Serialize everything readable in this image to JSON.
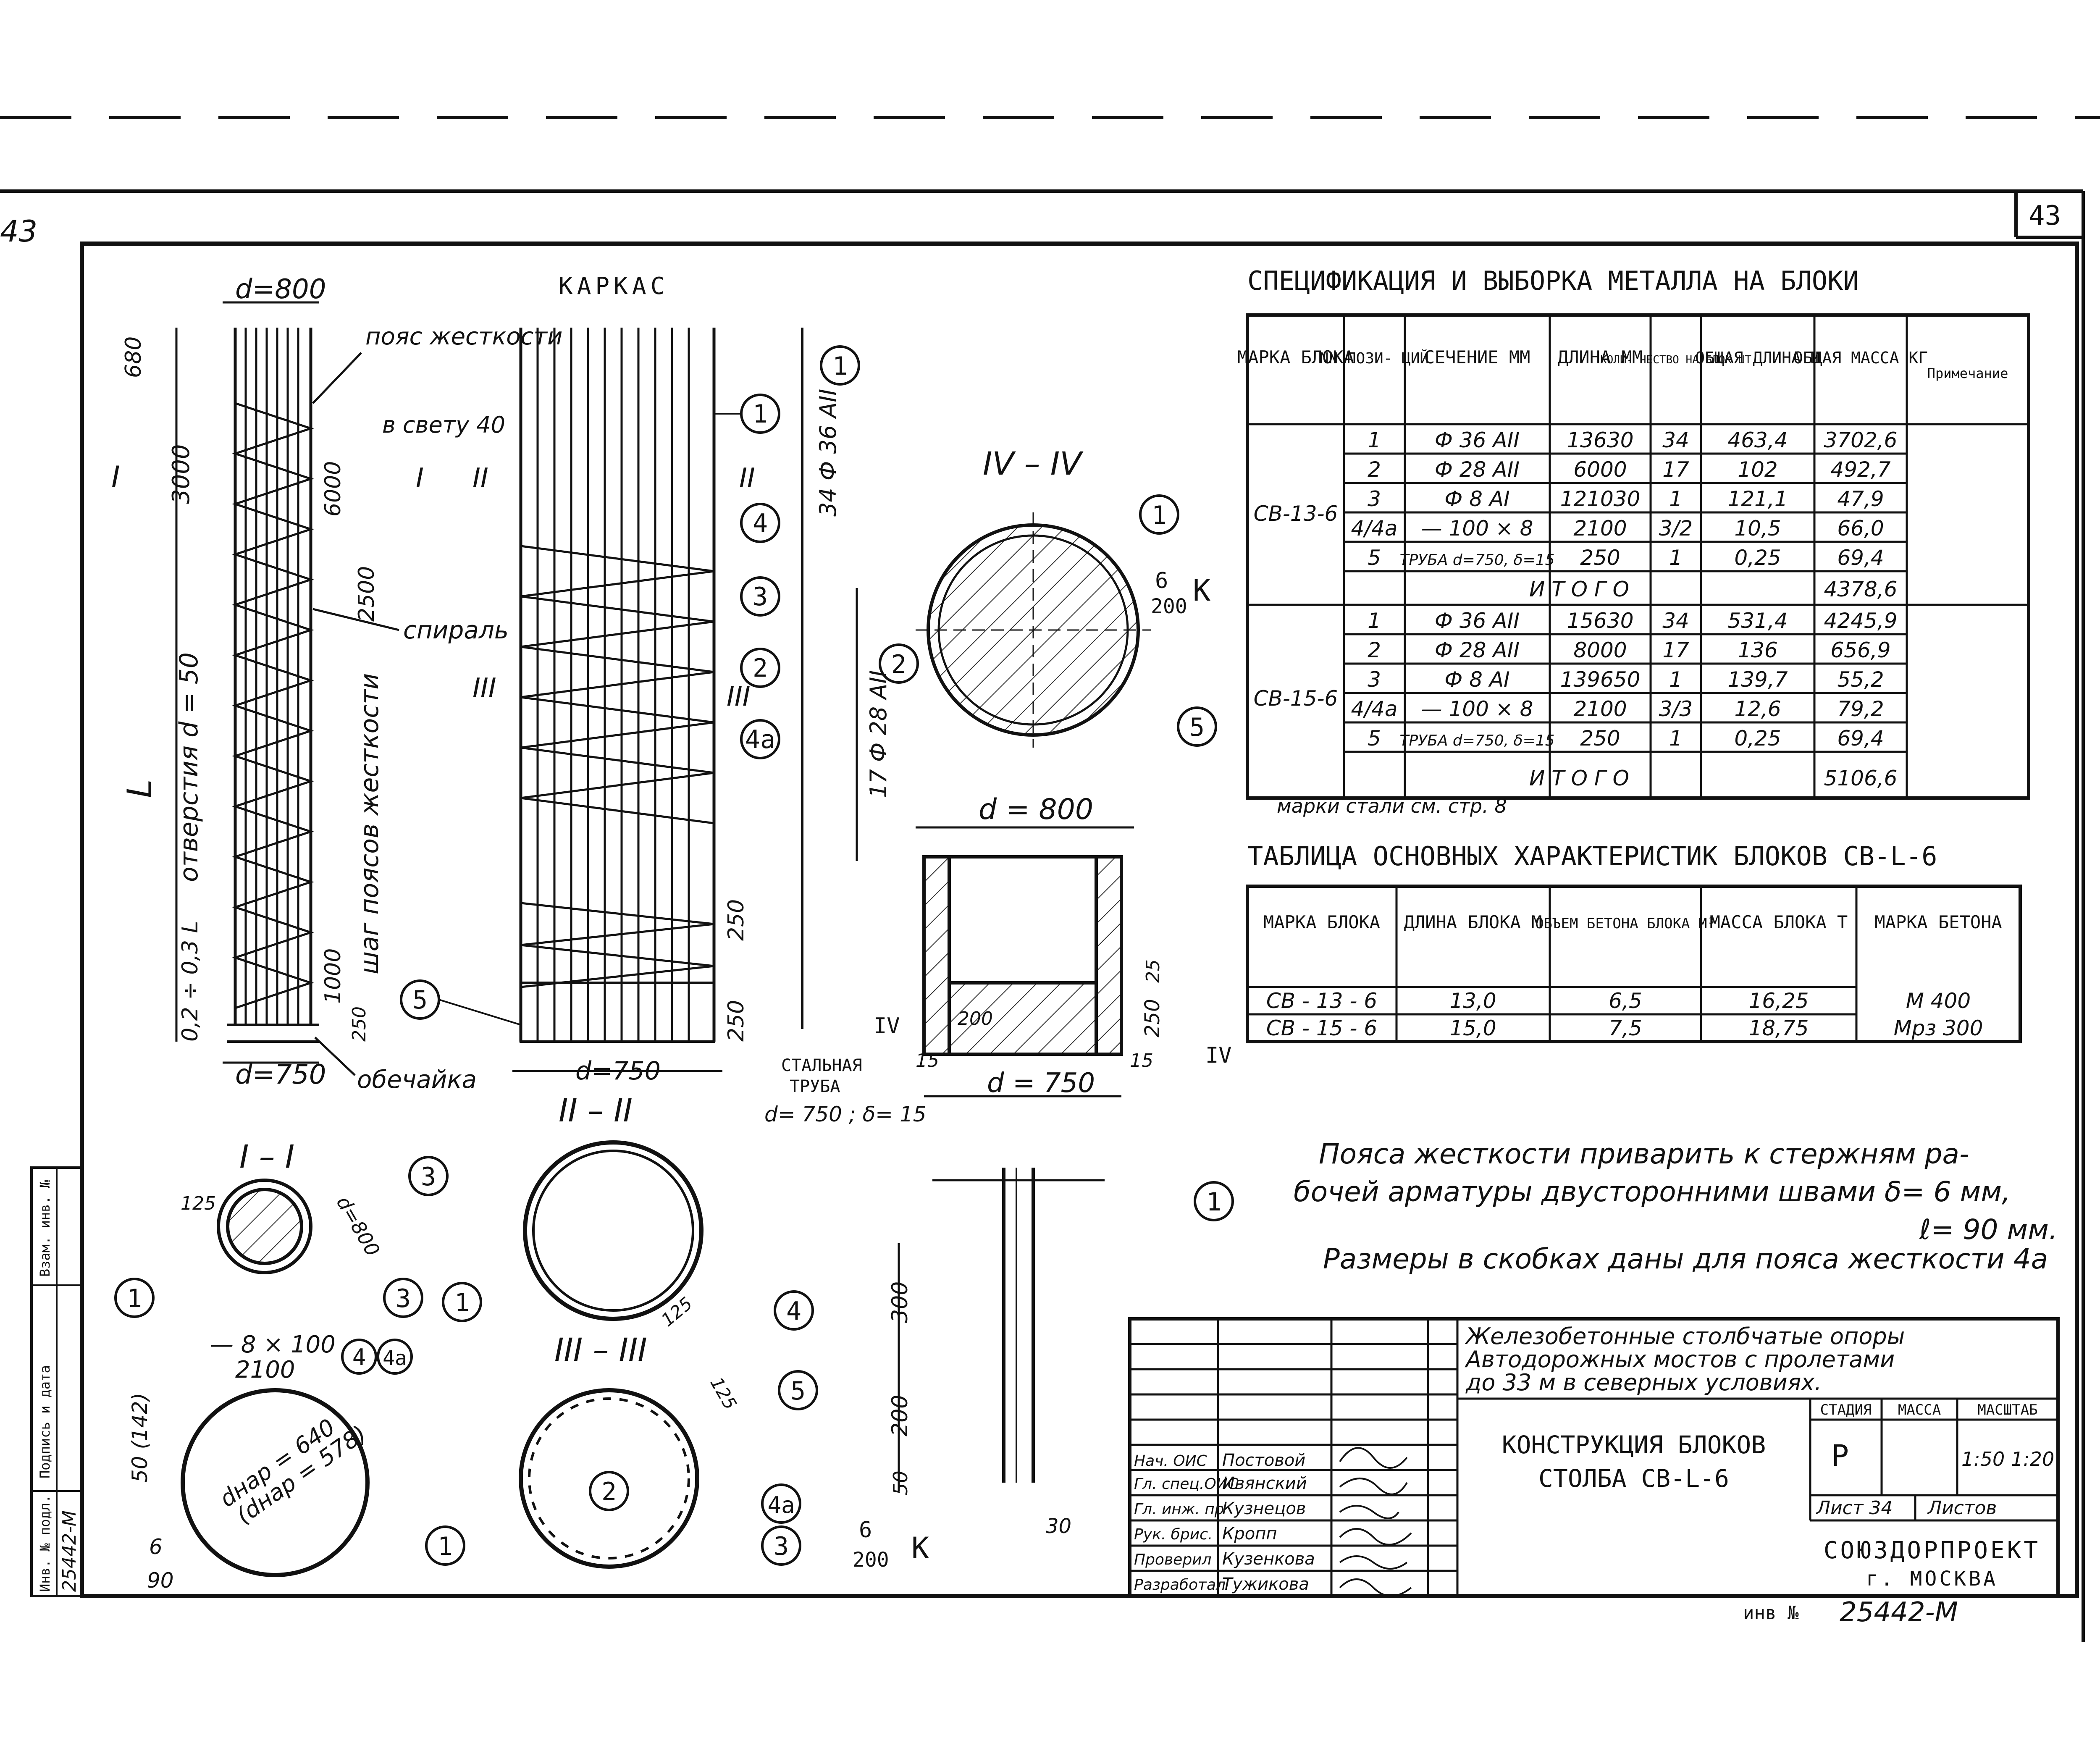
{
  "sheet_numbers": {
    "left": "43",
    "right": "43"
  },
  "karkas_title": "КАРКАС",
  "spec": {
    "title": "СПЕЦИФИКАЦИЯ   И   ВЫБОРКА   МЕТАЛЛА   НА   БЛОКИ",
    "headers": [
      "МАРКА БЛОКА",
      "NN ПОЗИ- ЦИЙ",
      "СЕЧЕНИЕ ММ",
      "ДЛИНА ММ",
      "КОЛИ- ЧЕСТВО НА БЛОК ШТ",
      "ОБЩАЯ ДЛИНА М",
      "ОБЩАЯ МАССА КГ",
      "Примечание"
    ],
    "groups": [
      {
        "mark": "СВ-13-6",
        "rows": [
          [
            "1",
            "Ф 36 АII",
            "13630",
            "34",
            "463,4",
            "3702,6"
          ],
          [
            "2",
            "Ф 28 АII",
            "6000",
            "17",
            "102",
            "492,7"
          ],
          [
            "3",
            "Ф 8 АI",
            "121030",
            "1",
            "121,1",
            "47,9"
          ],
          [
            "4/4а",
            "— 100 × 8",
            "2100",
            "3/2",
            "10,5",
            "66,0"
          ],
          [
            "5",
            "ТРУБА d=750, δ=15",
            "250",
            "1",
            "0,25",
            "69,4"
          ]
        ],
        "total_label": "И Т О Г О",
        "total": "4378,6"
      },
      {
        "mark": "СВ-15-6",
        "rows": [
          [
            "1",
            "Ф 36 АII",
            "15630",
            "34",
            "531,4",
            "4245,9"
          ],
          [
            "2",
            "Ф 28 АII",
            "8000",
            "17",
            "136",
            "656,9"
          ],
          [
            "3",
            "Ф 8 АI",
            "139650",
            "1",
            "139,7",
            "55,2"
          ],
          [
            "4/4а",
            "— 100 × 8",
            "2100",
            "3/3",
            "12,6",
            "79,2"
          ],
          [
            "5",
            "ТРУБА d=750, δ=15",
            "250",
            "1",
            "0,25",
            "69,4"
          ]
        ],
        "total_label": "И Т О Г О",
        "total": "5106,6"
      }
    ],
    "note": "марки стали см. стр. 8"
  },
  "char": {
    "title": "ТАБЛИЦА   ОСНОВНЫХ   ХАРАКТЕРИСТИК   БЛОКОВ   СВ-L-6",
    "headers": [
      "МАРКА БЛОКА",
      "ДЛИНА БЛОКА М",
      "ОБЪЕМ БЕТОНА БЛОКА М³",
      "МАССА БЛОКА Т",
      "МАРКА БЕТОНА"
    ],
    "rows": [
      [
        "СВ - 13 - 6",
        "13,0",
        "6,5",
        "16,25"
      ],
      [
        "СВ - 15 - 6",
        "15,0",
        "7,5",
        "18,75"
      ]
    ],
    "concrete": [
      "М 400",
      "Мрз 300"
    ]
  },
  "notes": [
    "Пояса жесткости приварить к стержням ра-",
    "бочей арматуры двусторонними швами δ= 6 мм,",
    "ℓ= 90 мм.",
    "Размеры в скобках даны для пояса жесткости 4а"
  ],
  "labels": {
    "d800": "d=800",
    "d750": "d=750",
    "poyas": "пояс жесткости",
    "v_svetu": "в свету 40",
    "spiral": "спираль",
    "obechaika": "обечайка",
    "otverstiya": "отверстия d = 50",
    "shag": "шаг поясов жесткости",
    "L": "L",
    "ratio": "0,2 ÷ 0,3 L",
    "dim_680": "680",
    "dim_3000": "3000",
    "dim_6000": "6000",
    "dim_2500": "2500",
    "dim_1000": "1000",
    "dim_250": "250",
    "rebar1": "34 Ф 36 АII",
    "rebar2": "17 Ф 28 АII",
    "sec_I": "I",
    "sec_II": "II",
    "sec_III": "III",
    "sec_IV": "IV",
    "sec_IV_title": "IV – IV",
    "sec_I_title": "I – I",
    "sec_II_title": "II – II",
    "sec_III_title": "III – III",
    "weld": "6",
    "weld_len": "200",
    "K": "K",
    "pipe1": "СТАЛЬНАЯ",
    "pipe2": "ТРУБА",
    "pipe3": "d= 750 ; δ= 15",
    "d800b": "d = 800",
    "d750b": "d = 750",
    "dim_25": "25",
    "dim_15": "15",
    "dim_200": "200",
    "dim_125": "125",
    "plate": "— 8 × 100",
    "plate_len": "2100",
    "dnar": "dнар = 640",
    "dnar2": "(dнар = 578)",
    "dim_50": "50 (142)",
    "dim_6": "6",
    "dim_90": "90",
    "dim_300": "300",
    "dim_200b": "200",
    "dim_50b": "50",
    "dim_30": "30"
  },
  "stamp": {
    "project": [
      "Железобетонные столбчатые опоры",
      "Автодорожных мостов с пролетами",
      "до 33 м в северных условиях."
    ],
    "title": [
      "КОНСТРУКЦИЯ БЛОКОВ",
      "СТОЛБА СВ-L-6"
    ],
    "stage_h": "СТАДИЯ",
    "mass_h": "МАССА",
    "scale_h": "МАСШТАБ",
    "stage": "Р",
    "scale": "1:50  1:20",
    "sheet": "Лист 34",
    "sheets": "Листов",
    "org": "СОЮЗДОРПРОЕКТ",
    "city": "г. МОСКВА",
    "people": [
      [
        "Нач. ОИС",
        "Постовой"
      ],
      [
        "Гл. спец.ОИС",
        "Ивянский"
      ],
      [
        "Гл. инж. пр",
        "Кузнецов"
      ],
      [
        "Рук. брис.",
        "Кропп"
      ],
      [
        "Проверил",
        "Кузенкова"
      ],
      [
        "Разработал",
        "Тужикова"
      ]
    ]
  },
  "inv": {
    "label": "инв №",
    "number": "25442-М"
  },
  "side_stamp": {
    "cells": [
      "Инв. № подл.",
      "Подпись и дата",
      "Взам. инв. №"
    ],
    "number": "25442-М"
  }
}
